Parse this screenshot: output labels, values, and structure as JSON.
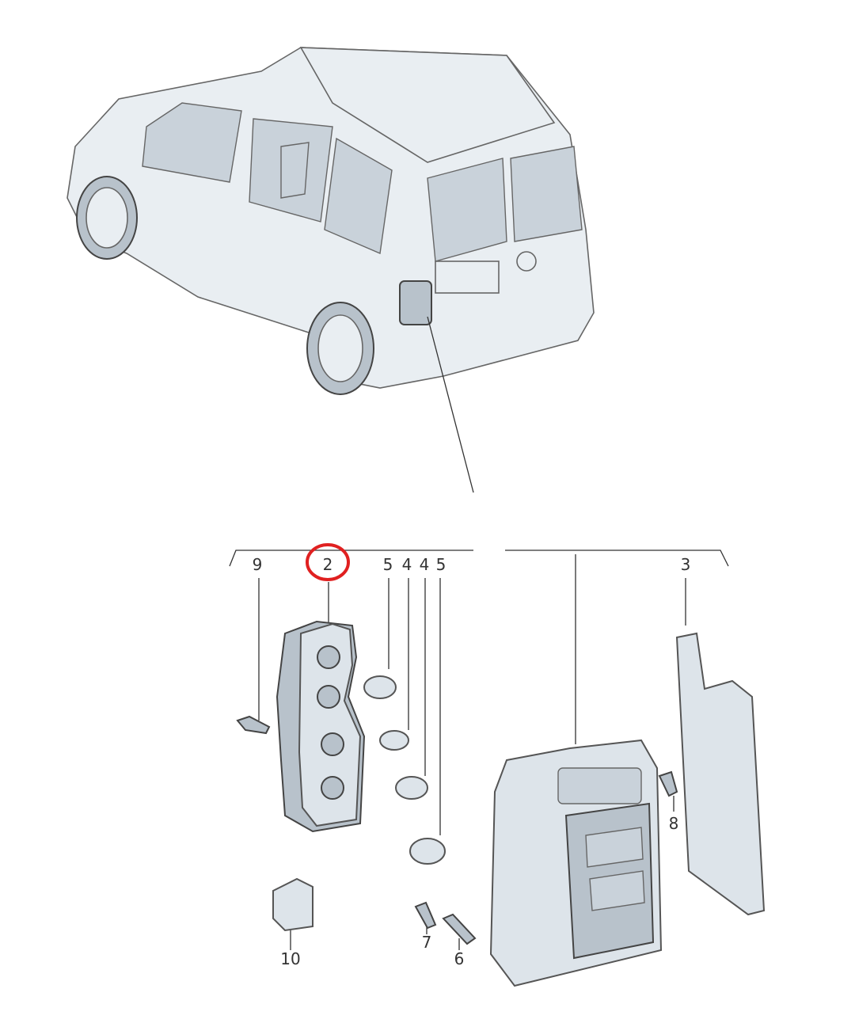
{
  "diagram": {
    "title": "Rear tail light assembly exploded view",
    "labels": {
      "p9": "9",
      "p2": "2",
      "p5a": "5",
      "p4a": "4",
      "p4b": "4",
      "p5b": "5",
      "p3": "3",
      "p8": "8",
      "p7": "7",
      "p6": "6",
      "p10": "10"
    },
    "highlight": {
      "part": "2",
      "color": "#e02020"
    }
  }
}
